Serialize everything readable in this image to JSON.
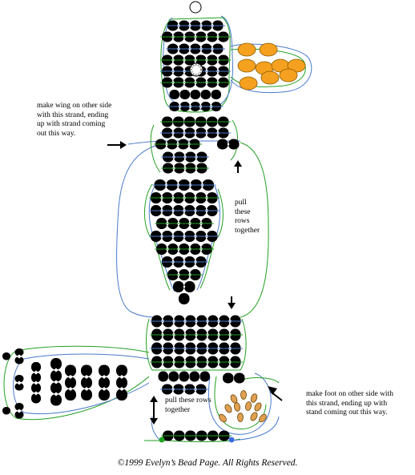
{
  "notes": {
    "wing": [
      "make wing on other side",
      "with this strand, ending",
      "up with strand coming",
      "out this way."
    ],
    "pull": [
      "pull",
      "these",
      "rows",
      "together"
    ],
    "pull2": [
      "pull these rows",
      "together"
    ],
    "foot": [
      "make foot on other side with",
      "this strand, ending up with",
      "stand coming out this way."
    ]
  },
  "footer": {
    "copyright": "©1999 Evelyn’s Bead Page. All Rights Reserved."
  },
  "colors": {
    "bead_dark": "#000000",
    "bead_beak": "#f5a11f",
    "bead_foot": "#e0a050",
    "thread_green": "#22a022",
    "thread_blue": "#4a7acc",
    "marker_green": "#1fa51f",
    "marker_blue": "#3a6ee0"
  }
}
